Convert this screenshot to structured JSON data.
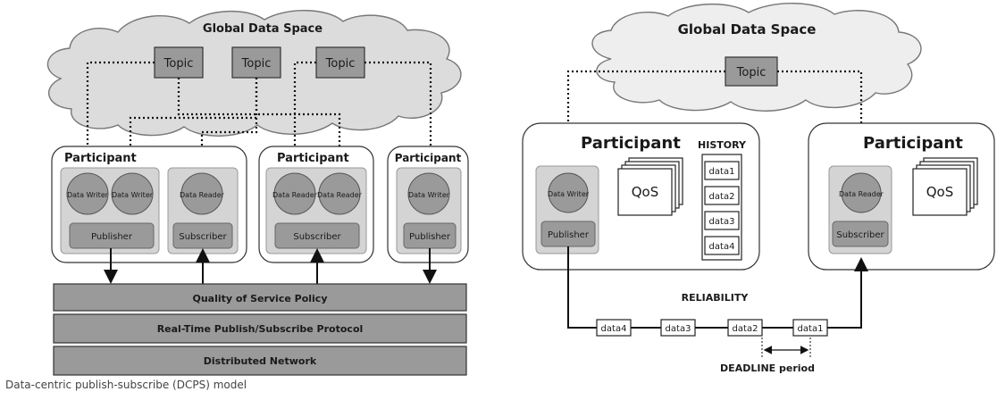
{
  "caption": "Data-centric publish-subscribe (DCPS) model",
  "left": {
    "global_data_space": "Global Data Space",
    "topics": [
      "Topic",
      "Topic",
      "Topic"
    ],
    "participants": [
      {
        "label": "Participant",
        "entities": [
          "Data Writer",
          "Data Writer"
        ],
        "group": "Publisher",
        "extra_entities": [
          "Data Reader"
        ],
        "extra_group": "Subscriber"
      },
      {
        "label": "Participant",
        "entities": [
          "Data Reader",
          "Data Reader"
        ],
        "group": "Subscriber"
      },
      {
        "label": "Participant",
        "entities": [
          "Data Writer"
        ],
        "group": "Publisher"
      }
    ],
    "layers": [
      "Quality of Service Policy",
      "Real-Time Publish/Subscribe Protocol",
      "Distributed Network"
    ]
  },
  "right": {
    "global_data_space": "Global Data Space",
    "topic": "Topic",
    "participant_left": "Participant",
    "participant_right": "Participant",
    "writer": "Data Writer",
    "reader": "Data Reader",
    "publisher": "Publisher",
    "subscriber": "Subscriber",
    "qos": "QoS",
    "history_title": "HISTORY",
    "history_items": [
      "data1",
      "data2",
      "data3",
      "data4"
    ],
    "reliability": "RELIABILITY",
    "stream": [
      "data4",
      "data3",
      "data2",
      "data1"
    ],
    "deadline": "DEADLINE period"
  }
}
